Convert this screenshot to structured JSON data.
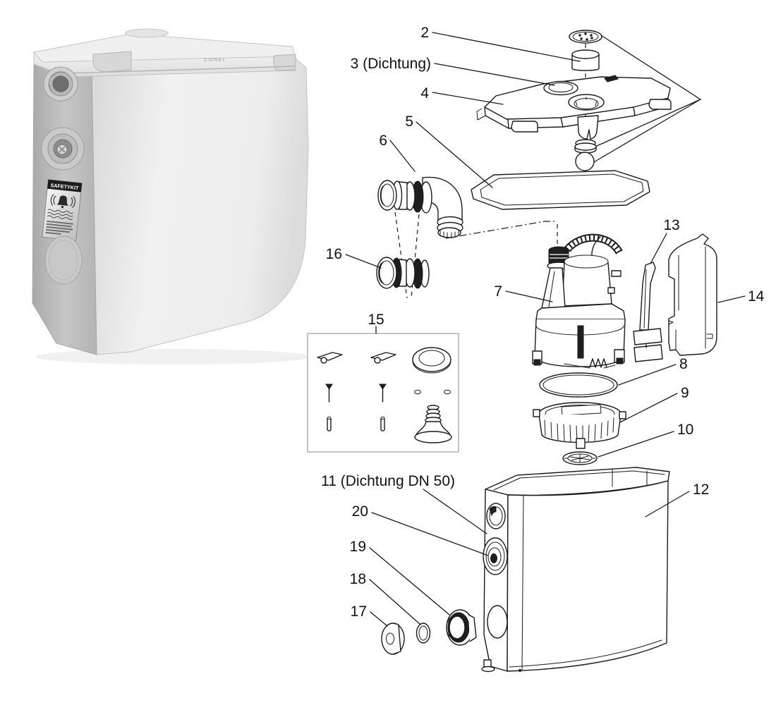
{
  "figure": {
    "type": "exploded-parts-diagram",
    "background_color": "#ffffff",
    "line_color": "#1a1a1a",
    "photo_grays": {
      "lid": "#e9e9e9",
      "front": "#ececec",
      "side": "#c3c3c3",
      "port_dark": "#6e6e6e"
    }
  },
  "product_photo": {
    "brand_label": "CONEL",
    "safety_sticker": {
      "title": "SAFETYKIT"
    }
  },
  "callouts": {
    "c2": "2",
    "c3": "3 (Dichtung)",
    "c4": "4",
    "c5": "5",
    "c6": "6",
    "c7": "7",
    "c8": "8",
    "c9": "9",
    "c10": "10",
    "c11": "11 (Dichtung DN 50)",
    "c12": "12",
    "c13": "13",
    "c14": "14",
    "c15": "15",
    "c16": "16",
    "c17": "17",
    "c18": "18",
    "c19": "19",
    "c20": "20"
  }
}
